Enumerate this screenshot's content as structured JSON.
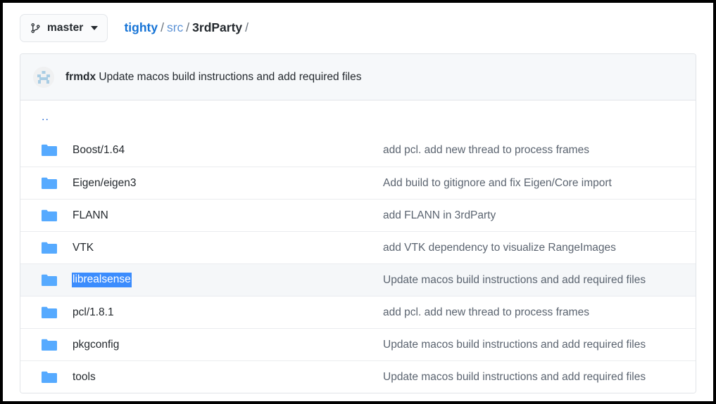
{
  "window": {
    "kind": "code-repository-file-browser"
  },
  "toolbar": {
    "branch_icon": "git-branch-icon",
    "branch_label": "master",
    "caret_icon": "chevron-down-icon"
  },
  "breadcrumb": {
    "repo": "tighty",
    "separator": "/",
    "items": [
      {
        "label": "src",
        "current": false
      },
      {
        "label": "3rdParty",
        "current": true
      }
    ],
    "trailing_separator": "/"
  },
  "commit_header": {
    "avatar": "user-avatar-identicon",
    "author": "frmdx",
    "message": "Update macos build instructions and add required files"
  },
  "file_list": {
    "parent_dir_label": "..",
    "columns": [
      "name",
      "commit_message"
    ],
    "rows": [
      {
        "icon": "folder-icon",
        "name": "Boost/1.64",
        "message": "add pcl. add new thread to process frames",
        "selected": false,
        "active": false
      },
      {
        "icon": "folder-icon",
        "name": "Eigen/eigen3",
        "message": "Add build to gitignore and fix Eigen/Core import",
        "selected": false,
        "active": false
      },
      {
        "icon": "folder-icon",
        "name": "FLANN",
        "message": "add FLANN in 3rdParty",
        "selected": false,
        "active": false
      },
      {
        "icon": "folder-icon",
        "name": "VTK",
        "message": "add VTK dependency to visualize RangeImages",
        "selected": false,
        "active": false
      },
      {
        "icon": "folder-icon",
        "name": "librealsense",
        "message": "Update macos build instructions and add required files",
        "selected": true,
        "active": true
      },
      {
        "icon": "folder-icon",
        "name": "pcl/1.8.1",
        "message": "add pcl. add new thread to process frames",
        "selected": false,
        "active": false
      },
      {
        "icon": "folder-icon",
        "name": "pkgconfig",
        "message": "Update macos build instructions and add required files",
        "selected": false,
        "active": false
      },
      {
        "icon": "folder-icon",
        "name": "tools",
        "message": "Update macos build instructions and add required files",
        "selected": false,
        "active": false
      }
    ]
  },
  "colors": {
    "folder_blue": "#56aaff",
    "selection_blue": "#3b8cfd",
    "link_blue": "#1573d6",
    "link_blue_muted": "#5d93d6",
    "text_dark": "#24292e",
    "text_muted": "#5b6470",
    "panel_border": "#e1e4e8",
    "header_bg": "#f6f8fa",
    "row_active_bg": "#f5f7f9"
  }
}
